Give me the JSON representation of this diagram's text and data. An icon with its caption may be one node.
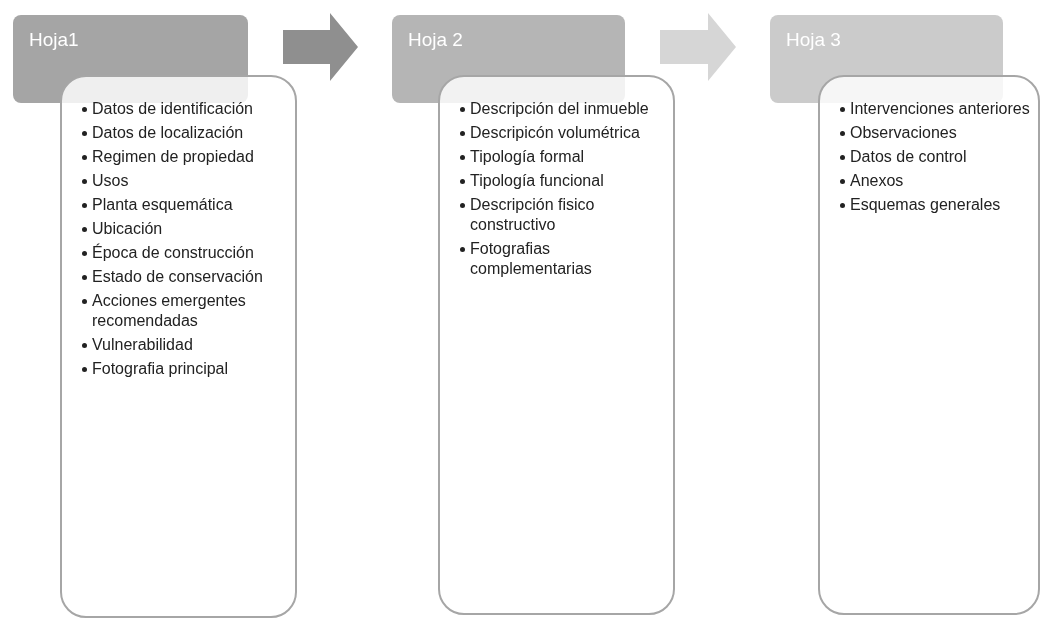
{
  "diagram": {
    "nodes": [
      {
        "text": [
          "Hoja1"
        ]
      },
      {
        "text": [
          "Datos de identificación",
          "Datos de localización",
          "Regimen de propiedad",
          "Usos",
          "Planta esquemática",
          "Ubicación",
          "Época de construcción",
          "Estado de conservación",
          "Acciones emergentes recomendadas",
          "Vulnerabilidad",
          "Fotografia principal"
        ]
      },
      {
        "text": [
          "Hoja 2"
        ]
      },
      {
        "text": [
          "Descripción del inmueble",
          "Descripicón volumétrica",
          "Tipología formal",
          "Tipología funcional",
          "Descripción fisico constructivo",
          "Fotografias complementarias"
        ]
      },
      {
        "text": [
          "Hoja 3"
        ]
      },
      {
        "text": [
          "Intervenciones anteriores",
          "Observaciones",
          "Datos de control",
          "Anexos",
          "Esquemas generales"
        ]
      }
    ],
    "edges": [
      {
        "from": 0,
        "to": 2,
        "arrow": "to",
        "style": "thick",
        "color": "#8f8f8f"
      },
      {
        "from": 2,
        "to": 4,
        "arrow": "to",
        "style": "thick",
        "color": "#d6d6d6"
      }
    ]
  }
}
